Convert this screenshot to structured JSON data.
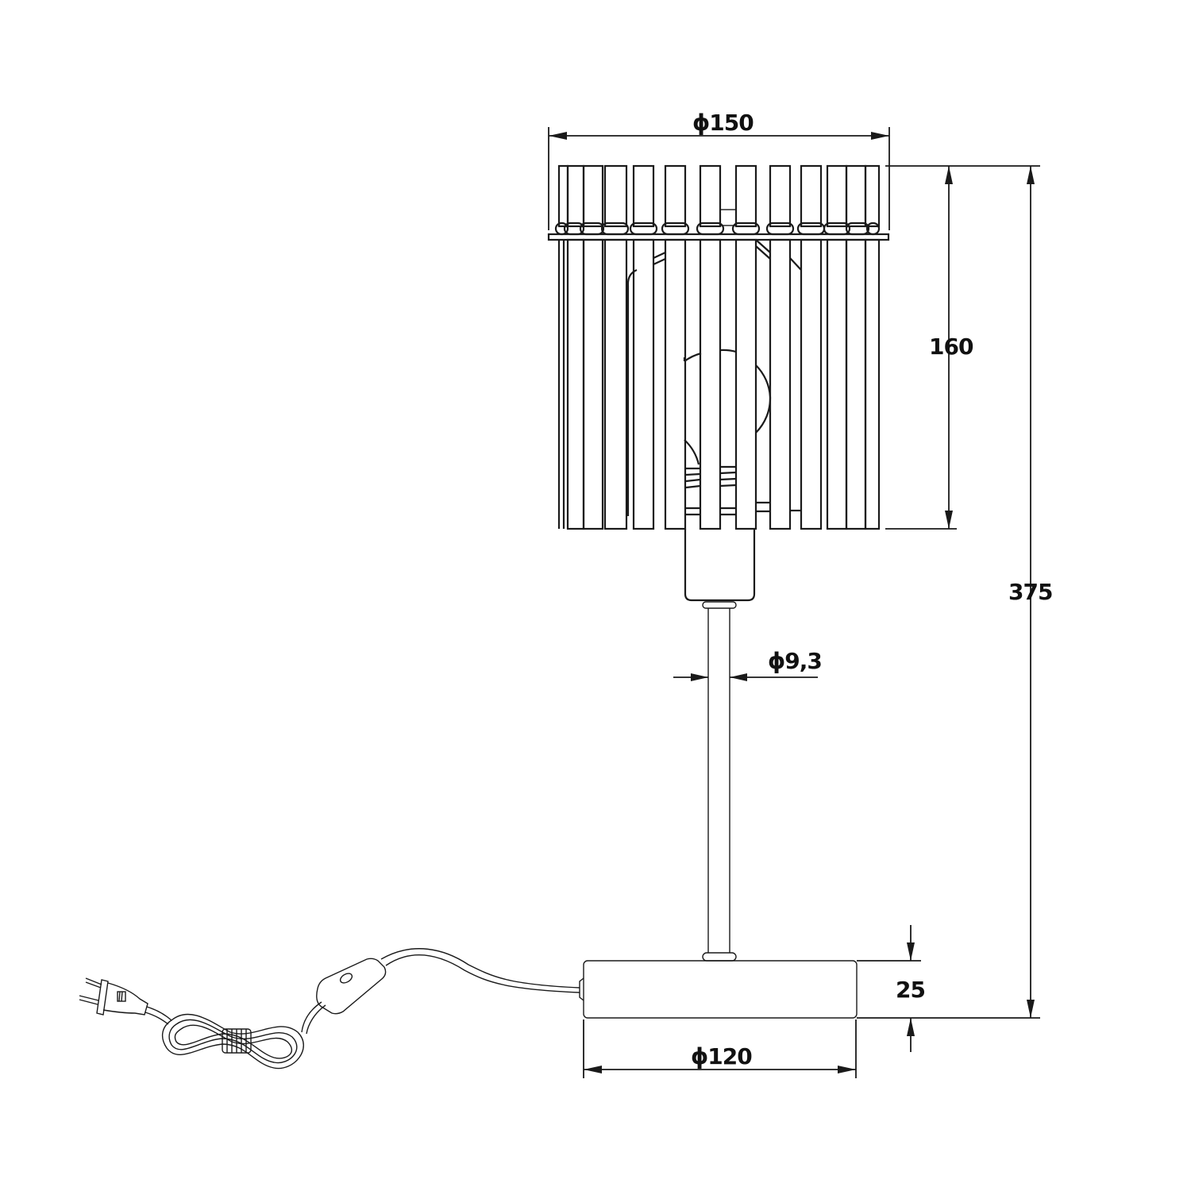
{
  "drawing": {
    "subject": "Table lamp technical drawing",
    "units": "mm",
    "line_color": "#1a1a1a",
    "background": "#ffffff"
  },
  "dimensions": {
    "shade_diameter": {
      "label": "ϕ150",
      "value": 150,
      "type": "diameter"
    },
    "shade_height": {
      "label": "160",
      "value": 160,
      "type": "height"
    },
    "total_height": {
      "label": "375",
      "value": 375,
      "type": "height"
    },
    "rod_diameter": {
      "label": "ϕ9,3",
      "value": 9.3,
      "type": "diameter"
    },
    "base_height": {
      "label": "25",
      "value": 25,
      "type": "height"
    },
    "base_diameter": {
      "label": "ϕ120",
      "value": 120,
      "type": "diameter"
    }
  },
  "components": [
    {
      "name": "shade",
      "description": "Cylindrical shade of vertical glass rods"
    },
    {
      "name": "bulb",
      "description": "Globe bulb inside the shade"
    },
    {
      "name": "lamp-socket",
      "description": "Socket holder under the shade"
    },
    {
      "name": "rod",
      "description": "Vertical metal stem"
    },
    {
      "name": "base",
      "description": "Round disc base"
    },
    {
      "name": "power-cord",
      "description": "Cord with inline switch, coiled and ending in a Euro plug"
    }
  ]
}
